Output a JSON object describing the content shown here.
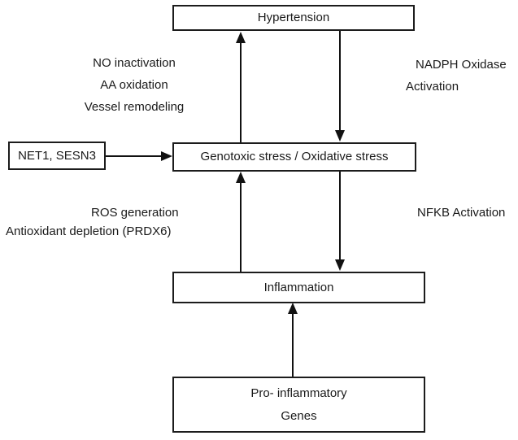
{
  "diagram": {
    "title": "Hypertension oxidative stress pathway diagram",
    "colors": {
      "background": "#ffffff",
      "line": "#111111",
      "box_border": "#1c1c1c",
      "text": "#1a1a1a"
    },
    "boxes": {
      "hypertension": "Hypertension",
      "net1_sesn3": "NET1, SESN3",
      "genotoxic": "Genotoxic stress / Oxidative stress",
      "inflammation": "Inflammation",
      "proinflammatory_line1": "Pro- inflammatory",
      "proinflammatory_line2": "Genes"
    },
    "labels": {
      "no_inactivation": "NO inactivation",
      "aa_oxidation": "AA oxidation",
      "vessel_remodeling": "Vessel remodeling",
      "nadph_line1": "NADPH Oxidase",
      "nadph_line2": "Activation",
      "ros_generation": "ROS generation",
      "antioxidant_depletion": "Antioxidant depletion (PRDX6)",
      "nfkb_activation": "NFKB Activation"
    },
    "arrows": [
      {
        "from": "genotoxic_stress",
        "to": "hypertension",
        "direction": "up"
      },
      {
        "from": "hypertension",
        "to": "genotoxic_stress",
        "direction": "down"
      },
      {
        "from": "net1_sesn3",
        "to": "genotoxic_stress",
        "direction": "right"
      },
      {
        "from": "inflammation",
        "to": "genotoxic_stress",
        "direction": "up"
      },
      {
        "from": "genotoxic_stress",
        "to": "inflammation",
        "direction": "down"
      },
      {
        "from": "proinflammatory_genes",
        "to": "inflammation",
        "direction": "up"
      }
    ]
  }
}
